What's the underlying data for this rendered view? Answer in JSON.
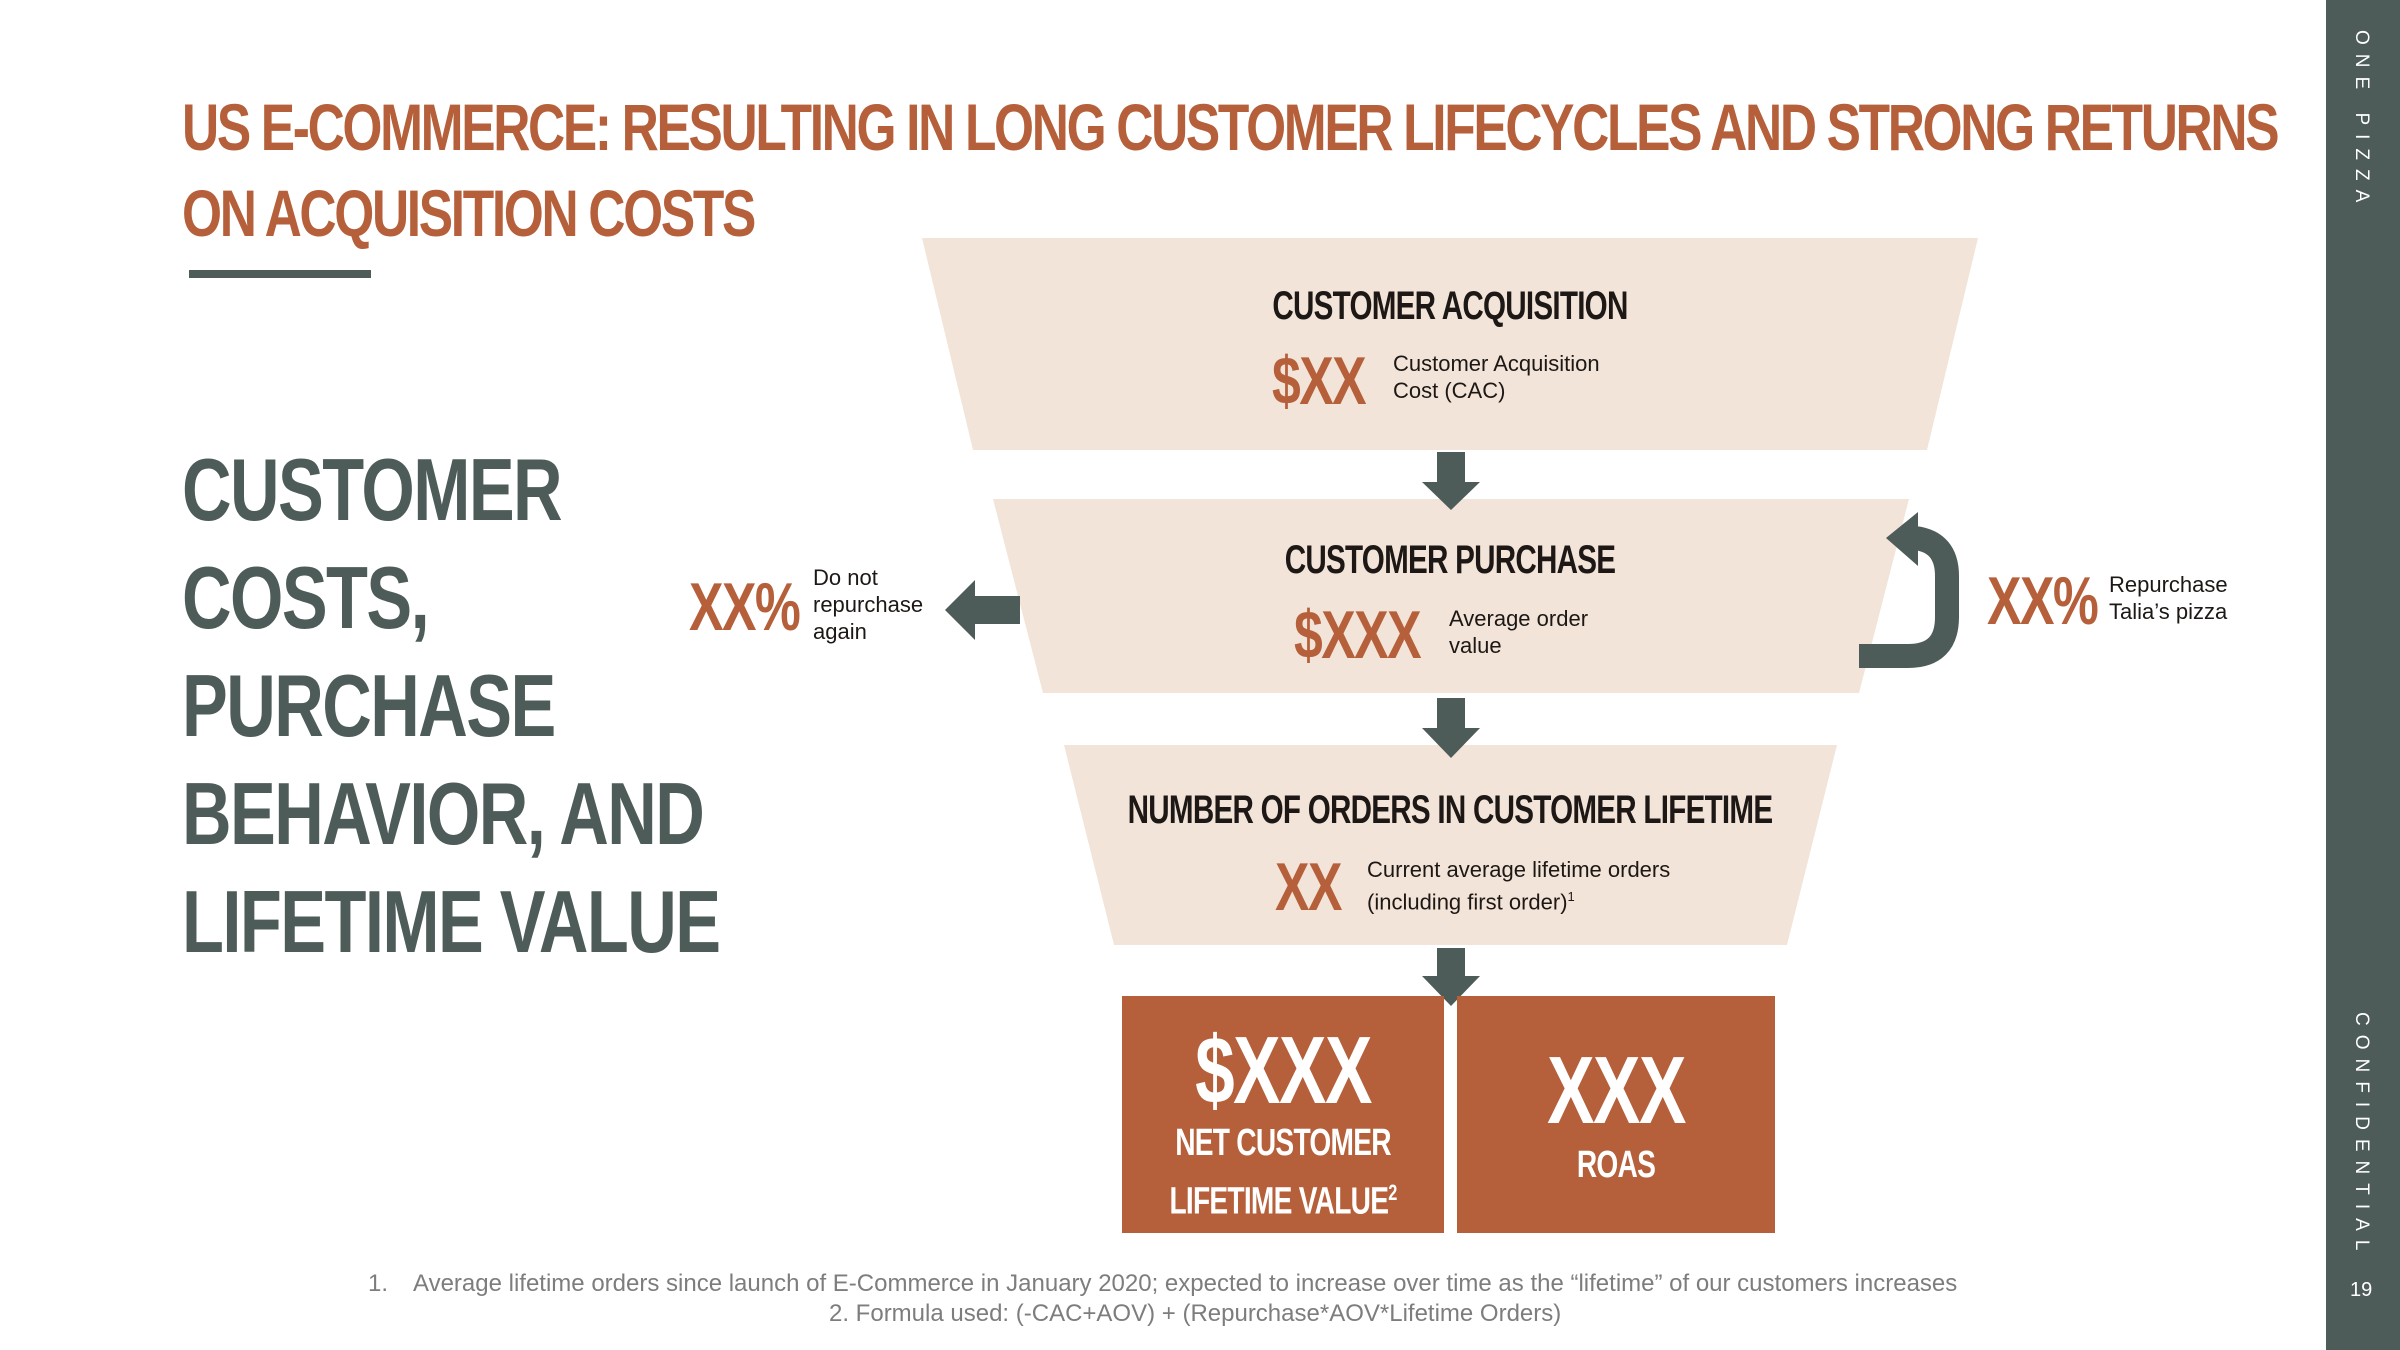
{
  "title": {
    "line1": "US E-Commerce: Resulting in long customer lifecycles and strong returns",
    "line2": "on acquisition costs"
  },
  "side_heading": [
    "CUSTOMER",
    "COSTS,",
    "PURCHASE",
    "BEHAVIOR, AND",
    "LIFETIME VALUE"
  ],
  "stages": [
    {
      "title": "CUSTOMER ACQUISITION",
      "value": "$XX",
      "desc_line1": "Customer Acquisition",
      "desc_line2": "Cost (CAC)"
    },
    {
      "title": "CUSTOMER PURCHASE",
      "value": "$XXX",
      "desc_line1": "Average order",
      "desc_line2": "value"
    },
    {
      "title": "NUMBER OF ORDERS IN CUSTOMER LIFETIME",
      "value": "XX",
      "desc_line1": "Current average lifetime orders",
      "desc_line2": "(including first order)",
      "desc_sup": "1"
    }
  ],
  "churn": {
    "value": "XX%",
    "line1": "Do not",
    "line2": "repurchase",
    "line3": "again"
  },
  "repurchase": {
    "value": "XX%",
    "line1": "Repurchase",
    "line2": "Talia’s pizza"
  },
  "results": [
    {
      "value": "$XXX",
      "line1": "NET CUSTOMER",
      "line2": "LIFETIME VALUE",
      "sup": "2"
    },
    {
      "value": "XXX",
      "line1": "ROAS"
    }
  ],
  "footnotes": {
    "note1_num": "1.",
    "note1": "Average lifetime orders since launch of E-Commerce in January 2020; expected to increase over time as the “lifetime” of our customers increases",
    "note2": "2. Formula used: (-CAC+AOV) + (Repurchase*AOV*Lifetime Orders)"
  },
  "sidebar": {
    "brand": "ONE PIZZA",
    "confidential": "CONFIDENTIAL",
    "page_number": "19"
  },
  "colors": {
    "accent": "#b5603a",
    "slate": "#4d5c58",
    "funnel_fill": "#f2e4d8"
  }
}
